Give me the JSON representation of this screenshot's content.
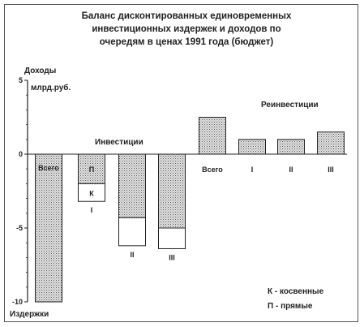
{
  "chart_data": {
    "type": "bar",
    "title": [
      "Баланс дисконтированных единовременных",
      "инвестиционных издержек и доходов по",
      "очередям в ценах 1991 года (бюджет)"
    ],
    "ylabel_top": "Доходы",
    "ylabel_unit": "млрд.руб.",
    "ylabel_bottom": "Издержки",
    "ylim": [
      -10,
      5
    ],
    "yticks": [
      5,
      0,
      -5,
      -10
    ],
    "group_labels": {
      "investments": "Инвестиции",
      "reinvestments": "Реинвестиции"
    },
    "bars": [
      {
        "label": "Всего",
        "group": "investments",
        "value": -10.0
      },
      {
        "label": "I",
        "group": "investments",
        "stacks": [
          {
            "label": "П",
            "value": -2.0
          },
          {
            "label": "К",
            "value": -1.2
          }
        ]
      },
      {
        "label": "II",
        "group": "investments",
        "stacks": [
          {
            "label": "",
            "value": -4.3
          },
          {
            "label": "",
            "value": -1.9
          }
        ]
      },
      {
        "label": "III",
        "group": "investments",
        "stacks": [
          {
            "label": "",
            "value": -5.0
          },
          {
            "label": "",
            "value": -1.4
          }
        ]
      },
      {
        "label": "Всего",
        "group": "reinvestments",
        "value": 2.5
      },
      {
        "label": "I",
        "group": "reinvestments",
        "value": 1.0
      },
      {
        "label": "II",
        "group": "reinvestments",
        "value": 1.0
      },
      {
        "label": "III",
        "group": "reinvestments",
        "value": 1.5
      }
    ],
    "legend": [
      "К - косвенные",
      "П - прямые"
    ]
  }
}
